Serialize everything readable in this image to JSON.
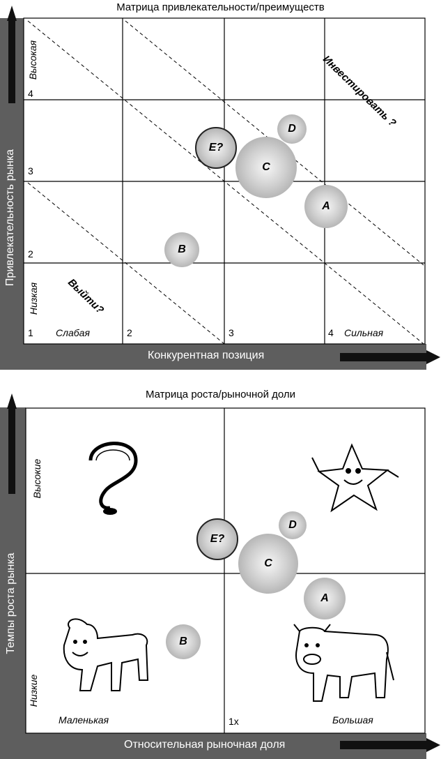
{
  "top_matrix": {
    "title": "Матрица привлекательности/преимуществ",
    "y_axis_label": "Привлекательность рынка",
    "x_axis_label": "Конкурентная позиция",
    "y_high": "Высокая",
    "y_low": "Низкая",
    "x_low": "Слабая",
    "x_high": "Сильная",
    "y_ticks": [
      "4",
      "3",
      "2",
      "1"
    ],
    "x_ticks": [
      "2",
      "3",
      "4"
    ],
    "invest_label": "Инвестировать ?",
    "exit_label": "Выйти?",
    "bubbles": [
      {
        "label": "E?",
        "outlined": true
      },
      {
        "label": "D",
        "outlined": false
      },
      {
        "label": "C",
        "outlined": false
      },
      {
        "label": "A",
        "outlined": false
      },
      {
        "label": "B",
        "outlined": false
      }
    ]
  },
  "bottom_matrix": {
    "title": "Матрица роста/рыночной доли",
    "y_axis_label": "Темпы роста рынка",
    "x_axis_label": "Относительная рыночная доля",
    "y_high": "Высокие",
    "y_low": "Низкие",
    "x_low": "Маленькая",
    "x_high": "Большая",
    "x_mid": "1x",
    "quadrant_icons": [
      "question-mark-icon",
      "star-icon",
      "dog-icon",
      "cow-icon"
    ],
    "bubbles": [
      {
        "label": "E?",
        "outlined": true
      },
      {
        "label": "D",
        "outlined": false
      },
      {
        "label": "C",
        "outlined": false
      },
      {
        "label": "A",
        "outlined": false
      },
      {
        "label": "B",
        "outlined": false
      }
    ]
  }
}
